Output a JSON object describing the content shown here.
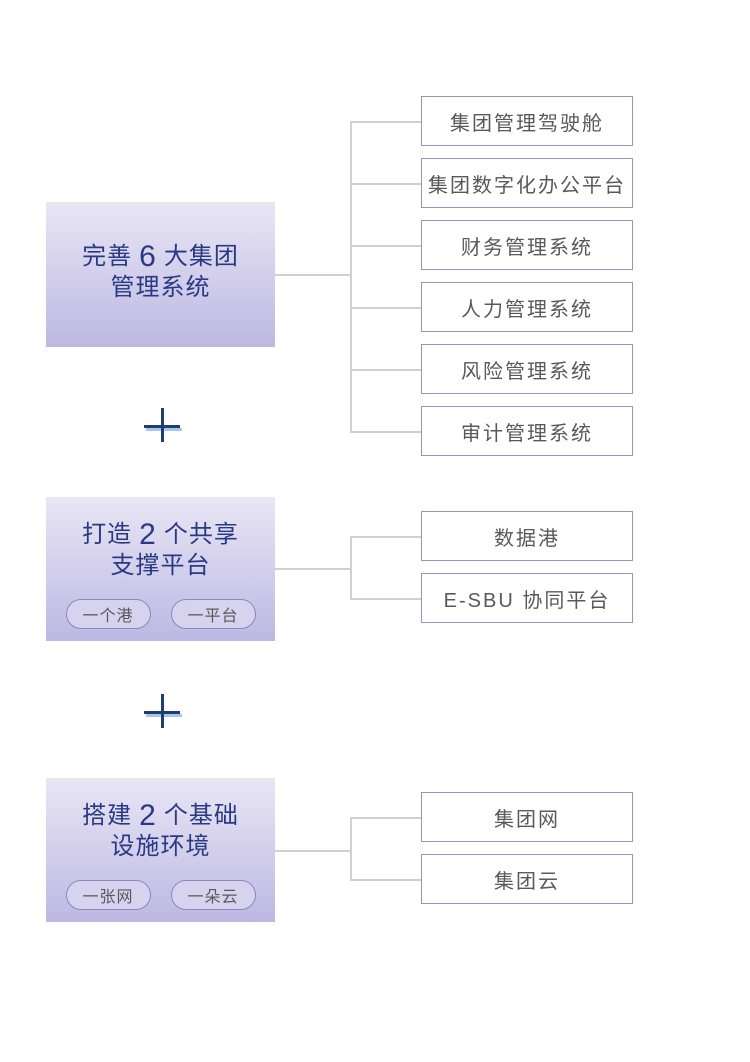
{
  "colors": {
    "block_text": "#293a84",
    "block_grad_top": "#e9e6f5",
    "block_grad_bottom": "#bdb8e2",
    "box_border": "#9793c3",
    "box_text": "#595959",
    "connector": "#d0d0d0",
    "pill_border": "#8c87be",
    "pill_bg": "#d7d3ee",
    "plus_dark": "#1f3e6e",
    "plus_light": "#a6c5e8"
  },
  "icons": {
    "plus": "plus-cross-between-stages"
  },
  "sections": [
    {
      "title": {
        "pre": "完善",
        "num": "6",
        "post": "大集团",
        "line2": "管理系统"
      },
      "pills": [],
      "items": [
        "集团管理驾驶舱",
        "集团数字化办公平台",
        "财务管理系统",
        "人力管理系统",
        "风险管理系统",
        "审计管理系统"
      ]
    },
    {
      "title": {
        "pre": "打造",
        "num": "2",
        "post": "个共享",
        "line2": "支撑平台"
      },
      "pills": [
        "一个港",
        "一平台"
      ],
      "items": [
        "数据港",
        "E-SBU 协同平台"
      ]
    },
    {
      "title": {
        "pre": "搭建",
        "num": "2",
        "post": "个基础",
        "line2": "设施环境"
      },
      "pills": [
        "一张网",
        "一朵云"
      ],
      "items": [
        "集团网",
        "集团云"
      ]
    }
  ]
}
